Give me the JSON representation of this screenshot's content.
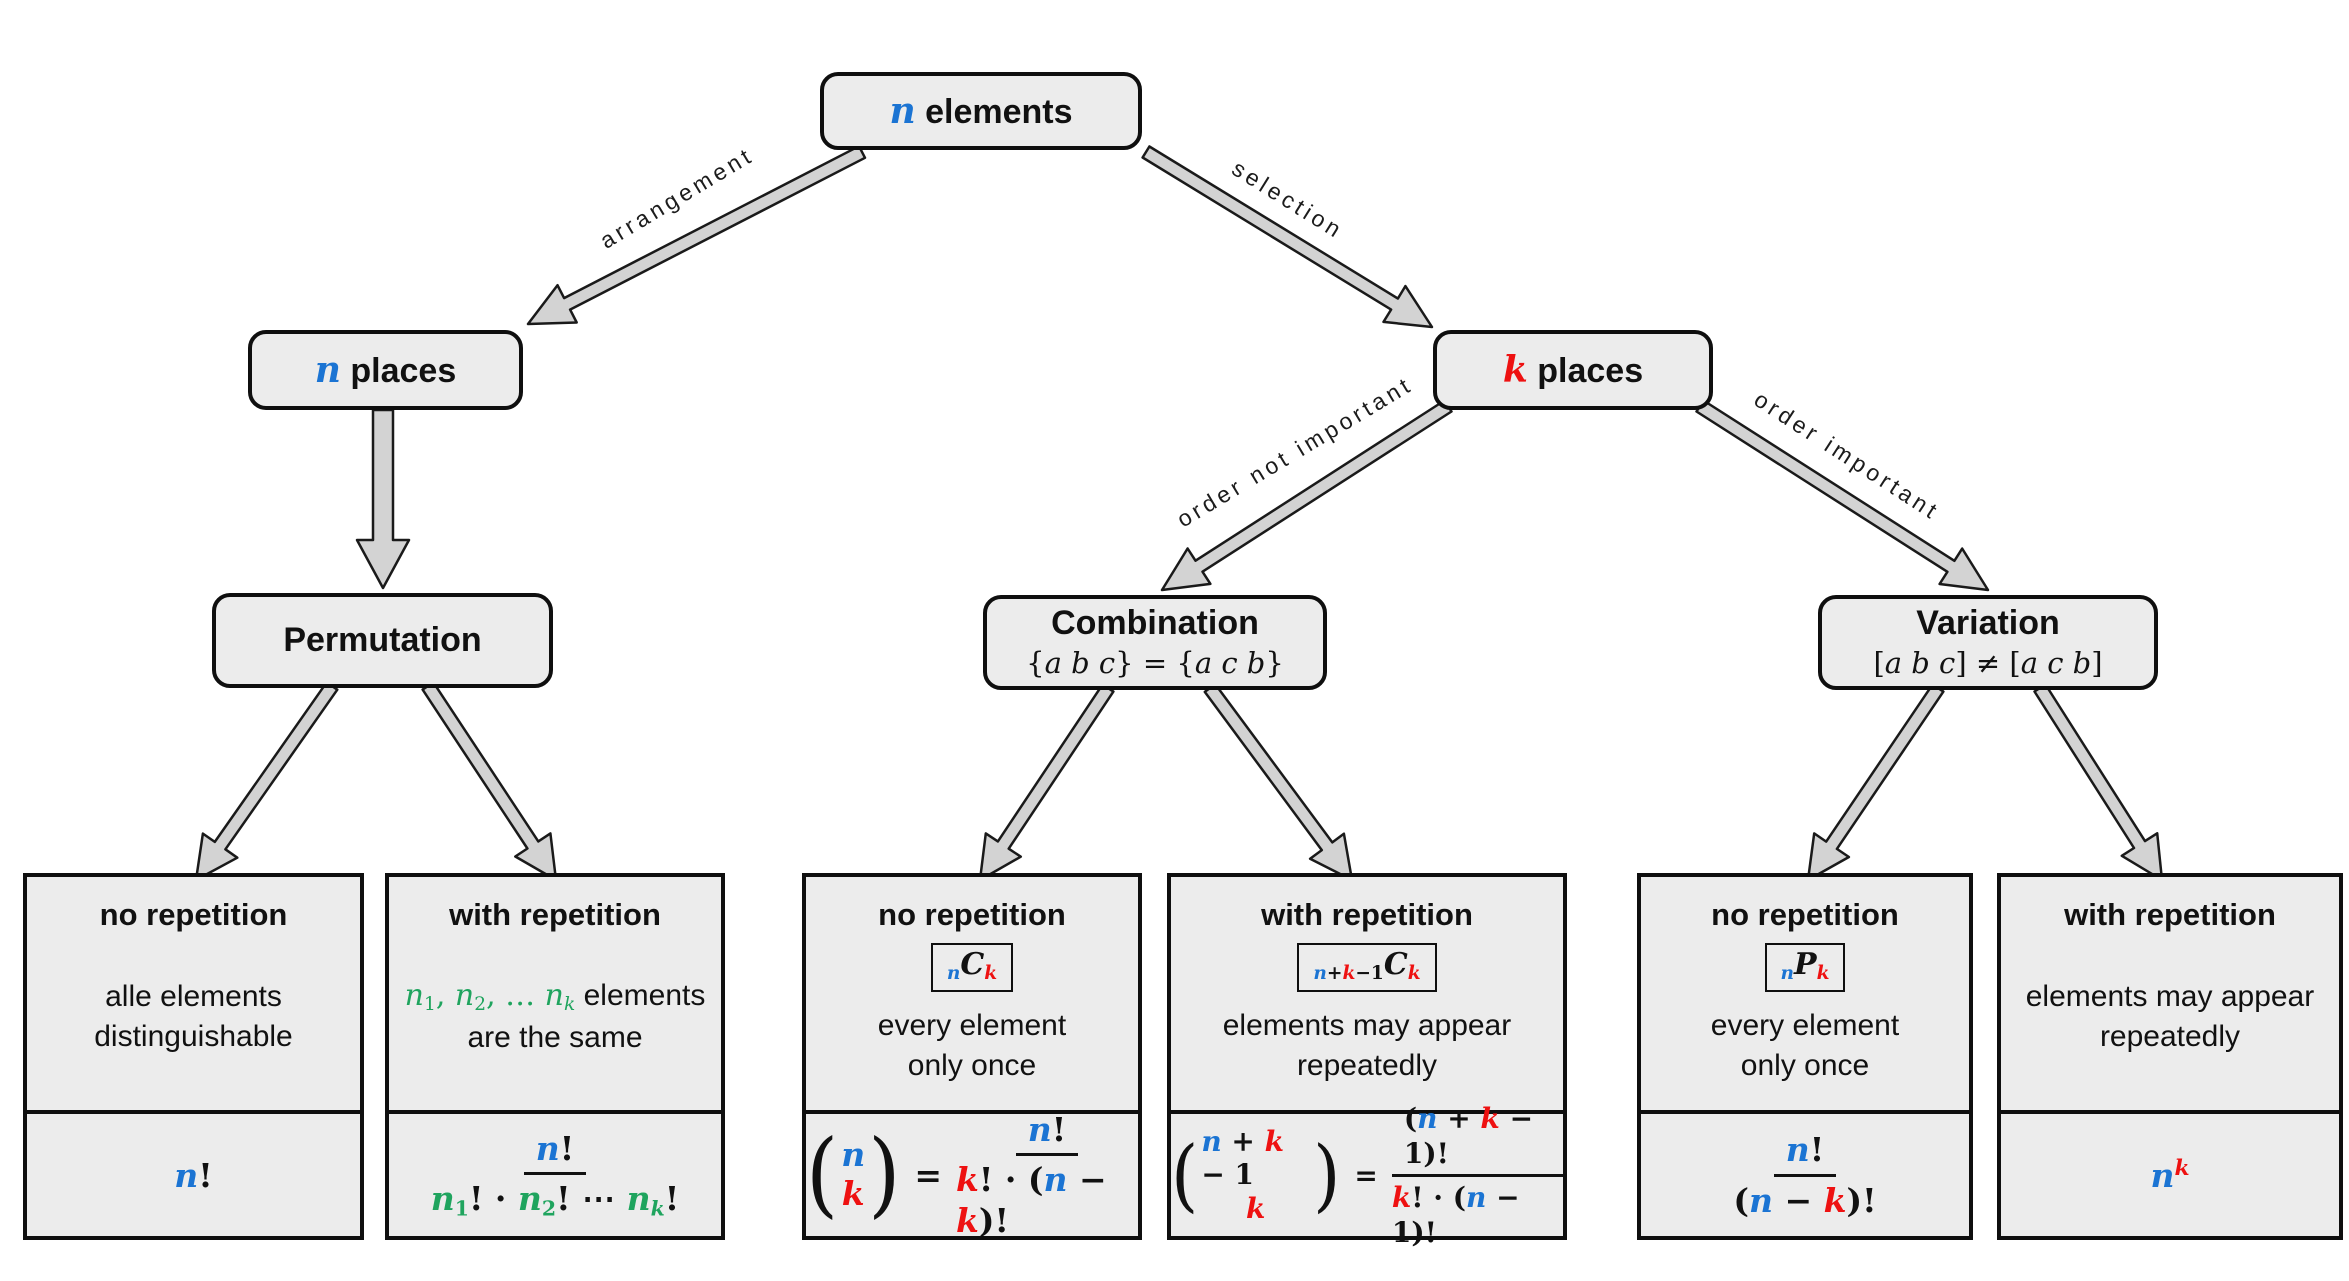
{
  "palette": {
    "blue": "#1b74d3",
    "red": "#ee1111",
    "green": "#1fa45e",
    "box_fill": "#ececec",
    "border": "#0f0f0f",
    "arrow_fill": "#d3d3d3",
    "arrow_stroke": "#1a1a1a",
    "background": "#ffffff"
  },
  "nodes": {
    "root": {
      "title_runs": [
        {
          "t": "n",
          "m": 1,
          "b": 1,
          "c": "blue"
        },
        {
          "t": " elements",
          "b": 1
        }
      ]
    },
    "n_places": {
      "title_runs": [
        {
          "t": "n",
          "m": 1,
          "b": 1,
          "c": "blue"
        },
        {
          "t": " places",
          "b": 1
        }
      ]
    },
    "k_places": {
      "title_runs": [
        {
          "t": "k",
          "m": 1,
          "b": 1,
          "c": "red"
        },
        {
          "t": " places",
          "b": 1
        }
      ]
    },
    "permutation": {
      "title_runs": [
        {
          "t": "Permutation",
          "b": 1
        }
      ]
    },
    "combination": {
      "title_runs": [
        {
          "t": "Combination",
          "b": 1
        }
      ],
      "subtitle_runs": [
        {
          "t": "{",
          "u": 1
        },
        {
          "t": "a b c",
          "m": 1
        },
        {
          "t": "} = {",
          "u": 1
        },
        {
          "t": "a c b",
          "m": 1
        },
        {
          "t": "}",
          "u": 1
        }
      ]
    },
    "variation": {
      "title_runs": [
        {
          "t": "Variation",
          "b": 1
        }
      ],
      "subtitle_runs": [
        {
          "t": "[",
          "u": 1
        },
        {
          "t": "a b c",
          "m": 1
        },
        {
          "t": "] ≠ [",
          "u": 1
        },
        {
          "t": "a c b",
          "m": 1
        },
        {
          "t": "]",
          "u": 1
        }
      ]
    }
  },
  "edge_labels": {
    "arrangement": "arrangement",
    "selection": "selection",
    "order_not_important": "order not important",
    "order_important": "order important"
  },
  "leaves": {
    "perm_no_rep": {
      "title": "no repetition",
      "desc_runs": [
        {
          "t": "alle elements"
        },
        {
          "br": 1
        },
        {
          "t": "distinguishable"
        }
      ],
      "formula_runs": [
        {
          "t": "n",
          "m": 1,
          "b": 1,
          "c": "blue"
        },
        {
          "t": "!",
          "u": 1,
          "b": 1
        }
      ]
    },
    "perm_with_rep": {
      "title": "with repetition",
      "desc_runs": [
        {
          "t": "n",
          "m": 1,
          "c": "green"
        },
        {
          "t": "1",
          "u": 1,
          "c": "green",
          "sub": 1
        },
        {
          "t": ", ",
          "u": 1,
          "c": "green"
        },
        {
          "t": "n",
          "m": 1,
          "c": "green"
        },
        {
          "t": "2",
          "u": 1,
          "c": "green",
          "sub": 1
        },
        {
          "t": ", … ",
          "u": 1,
          "c": "green"
        },
        {
          "t": "n",
          "m": 1,
          "c": "green"
        },
        {
          "t": "k",
          "m": 1,
          "c": "green",
          "sub": 1
        },
        {
          "t": " elements"
        },
        {
          "br": 1
        },
        {
          "t": "are the same"
        }
      ],
      "f_num": [
        {
          "t": "n",
          "m": 1,
          "b": 1,
          "c": "blue"
        },
        {
          "t": "!",
          "u": 1,
          "b": 1
        }
      ],
      "f_den": [
        {
          "t": "n",
          "m": 1,
          "b": 1,
          "c": "green"
        },
        {
          "t": "1",
          "u": 1,
          "b": 1,
          "c": "green",
          "sub": 1
        },
        {
          "t": "! · ",
          "u": 1,
          "b": 1
        },
        {
          "t": "n",
          "m": 1,
          "b": 1,
          "c": "green"
        },
        {
          "t": "2",
          "u": 1,
          "b": 1,
          "c": "green",
          "sub": 1
        },
        {
          "t": "! ⋯ ",
          "u": 1,
          "b": 1
        },
        {
          "t": "n",
          "m": 1,
          "b": 1,
          "c": "green"
        },
        {
          "t": "k",
          "m": 1,
          "b": 1,
          "c": "green",
          "sub": 1
        },
        {
          "t": "!",
          "u": 1,
          "b": 1
        }
      ]
    },
    "comb_no_rep": {
      "title": "no repetition",
      "symbol_runs": [
        {
          "t": "n",
          "m": 1,
          "b": 1,
          "c": "blue",
          "sub": 1
        },
        {
          "t": "C",
          "m": 1,
          "b": 1
        },
        {
          "t": "k",
          "m": 1,
          "b": 1,
          "c": "red",
          "sub": 1
        }
      ],
      "desc_runs": [
        {
          "t": "every element"
        },
        {
          "br": 1
        },
        {
          "t": "only once"
        }
      ],
      "binom_top": [
        {
          "t": "n",
          "m": 1,
          "b": 1,
          "c": "blue"
        }
      ],
      "binom_bot": [
        {
          "t": "k",
          "m": 1,
          "b": 1,
          "c": "red"
        }
      ],
      "eq": "=",
      "f_num": [
        {
          "t": "n",
          "m": 1,
          "b": 1,
          "c": "blue"
        },
        {
          "t": "!",
          "u": 1,
          "b": 1
        }
      ],
      "f_den": [
        {
          "t": "k",
          "m": 1,
          "b": 1,
          "c": "red"
        },
        {
          "t": "! · (",
          "u": 1,
          "b": 1
        },
        {
          "t": "n",
          "m": 1,
          "b": 1,
          "c": "blue"
        },
        {
          "t": " − ",
          "u": 1,
          "b": 1
        },
        {
          "t": "k",
          "m": 1,
          "b": 1,
          "c": "red"
        },
        {
          "t": ")!",
          "u": 1,
          "b": 1
        }
      ]
    },
    "comb_with_rep": {
      "title": "with repetition",
      "symbol_runs": [
        {
          "t": "n",
          "m": 1,
          "b": 1,
          "c": "blue",
          "sub": 1
        },
        {
          "t": "+",
          "u": 1,
          "b": 1,
          "sub": 1
        },
        {
          "t": "k",
          "m": 1,
          "b": 1,
          "c": "red",
          "sub": 1
        },
        {
          "t": "−1",
          "u": 1,
          "b": 1,
          "sub": 1
        },
        {
          "t": "C",
          "m": 1,
          "b": 1
        },
        {
          "t": "k",
          "m": 1,
          "b": 1,
          "c": "red",
          "sub": 1
        }
      ],
      "desc_runs": [
        {
          "t": "elements may appear"
        },
        {
          "br": 1
        },
        {
          "t": "repeatedly"
        }
      ],
      "binom_top": [
        {
          "t": "n",
          "m": 1,
          "b": 1,
          "c": "blue"
        },
        {
          "t": " + ",
          "u": 1,
          "b": 1
        },
        {
          "t": "k",
          "m": 1,
          "b": 1,
          "c": "red"
        },
        {
          "t": " − 1",
          "u": 1,
          "b": 1
        }
      ],
      "binom_bot": [
        {
          "t": "k",
          "m": 1,
          "b": 1,
          "c": "red"
        }
      ],
      "eq": "=",
      "f_num": [
        {
          "t": "(",
          "u": 1,
          "b": 1
        },
        {
          "t": "n",
          "m": 1,
          "b": 1,
          "c": "blue"
        },
        {
          "t": " + ",
          "u": 1,
          "b": 1
        },
        {
          "t": "k",
          "m": 1,
          "b": 1,
          "c": "red"
        },
        {
          "t": " − 1",
          "u": 1,
          "b": 1
        },
        {
          "t": ")!",
          "u": 1,
          "b": 1
        }
      ],
      "f_den": [
        {
          "t": "k",
          "m": 1,
          "b": 1,
          "c": "red"
        },
        {
          "t": "! · (",
          "u": 1,
          "b": 1
        },
        {
          "t": "n",
          "m": 1,
          "b": 1,
          "c": "blue"
        },
        {
          "t": " − 1)!",
          "u": 1,
          "b": 1
        }
      ]
    },
    "var_no_rep": {
      "title": "no repetition",
      "symbol_runs": [
        {
          "t": "n",
          "m": 1,
          "b": 1,
          "c": "blue",
          "sub": 1
        },
        {
          "t": "P",
          "m": 1,
          "b": 1
        },
        {
          "t": "k",
          "m": 1,
          "b": 1,
          "c": "red",
          "sub": 1
        }
      ],
      "desc_runs": [
        {
          "t": "every element"
        },
        {
          "br": 1
        },
        {
          "t": "only once"
        }
      ],
      "f_num": [
        {
          "t": "n",
          "m": 1,
          "b": 1,
          "c": "blue"
        },
        {
          "t": "!",
          "u": 1,
          "b": 1
        }
      ],
      "f_den": [
        {
          "t": "(",
          "u": 1,
          "b": 1
        },
        {
          "t": "n",
          "m": 1,
          "b": 1,
          "c": "blue"
        },
        {
          "t": " − ",
          "u": 1,
          "b": 1
        },
        {
          "t": "k",
          "m": 1,
          "b": 1,
          "c": "red"
        },
        {
          "t": ")!",
          "u": 1,
          "b": 1
        }
      ]
    },
    "var_with_rep": {
      "title": "with repetition",
      "desc_runs": [
        {
          "t": "elements may appear"
        },
        {
          "br": 1
        },
        {
          "t": "repeatedly"
        }
      ],
      "formula_runs": [
        {
          "t": "n",
          "m": 1,
          "b": 1,
          "c": "blue"
        },
        {
          "t": "k",
          "m": 1,
          "b": 1,
          "c": "red",
          "sup": 1
        }
      ]
    }
  }
}
